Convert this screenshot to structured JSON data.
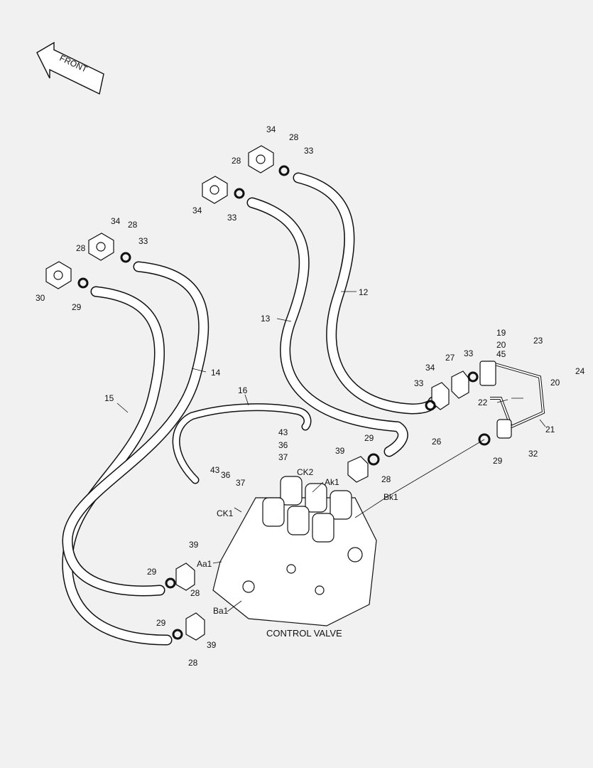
{
  "diagram": {
    "front_label": "FRONT",
    "caption": "CONTROL VALVE",
    "labels": {
      "l34a": "34",
      "l28a": "28",
      "l33a": "33",
      "l28b": "28",
      "l34b": "34",
      "l33b": "33",
      "l34c": "34",
      "l28c": "28",
      "l33c": "33",
      "l28d": "28",
      "l30": "30",
      "l29a": "29",
      "l12": "12",
      "l13": "13",
      "l14": "14",
      "l15": "15",
      "l16": "16",
      "l19": "19",
      "l20a": "20",
      "l45": "45",
      "l23": "23",
      "l24": "24",
      "l20b": "20",
      "l27": "27",
      "l33d": "33",
      "l34d": "34",
      "l33e": "33",
      "l22": "22",
      "l21": "21",
      "l26": "26",
      "l32": "32",
      "l29b": "29",
      "l29c": "29",
      "l39a": "39",
      "l28e": "28",
      "l43a": "43",
      "l36a": "36",
      "l37a": "37",
      "l43b": "43",
      "l36b": "36",
      "l37b": "37",
      "lCK2": "CK2",
      "lCK1": "CK1",
      "lAk1": "Ak1",
      "lBk1": "Bk1",
      "l39b": "39",
      "lAa1": "Aa1",
      "l29d": "29",
      "l28f": "28",
      "lBa1": "Ba1",
      "l29e": "29",
      "l39c": "39",
      "l28g": "28"
    }
  }
}
